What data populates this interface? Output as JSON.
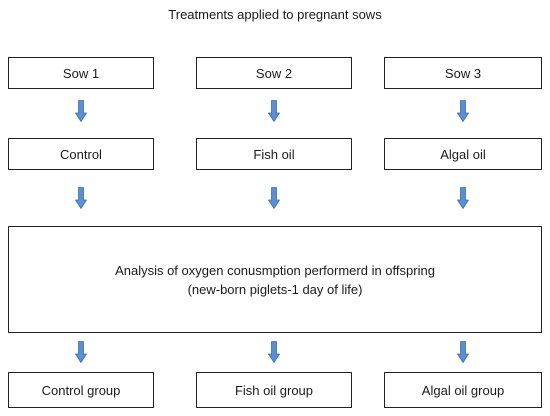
{
  "title": "Treatments  applied to pregnant sows",
  "sows": [
    {
      "label": "Sow 1"
    },
    {
      "label": "Sow 2"
    },
    {
      "label": "Sow 3"
    }
  ],
  "treatments": [
    {
      "label": "Control"
    },
    {
      "label": "Fish oil"
    },
    {
      "label": "Algal oil"
    }
  ],
  "analysis": {
    "line1": "Analysis of oxygen conusmption performerd  in offspring",
    "line2": "(new-born piglets-1 day of life)"
  },
  "groups": [
    {
      "label": "Control group"
    },
    {
      "label": "Fish oil group"
    },
    {
      "label": "Algal oil group"
    }
  ],
  "colors": {
    "arrow": "#5b8fd0",
    "arrow_outline": "#3d6fae",
    "box_border": "#222222"
  }
}
